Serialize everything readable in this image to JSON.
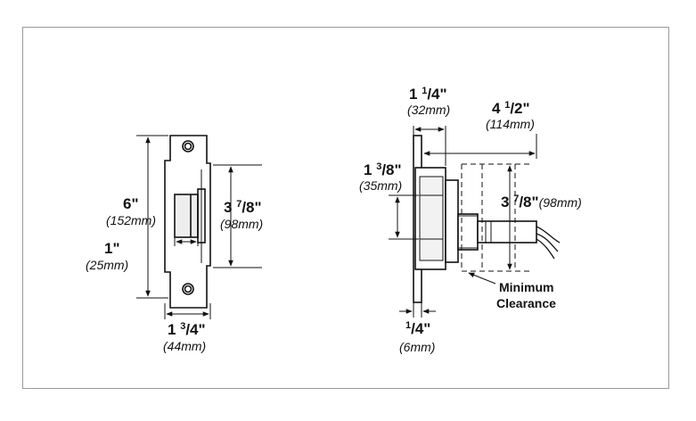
{
  "front_view": {
    "height": {
      "imperial": "6\"",
      "metric": "(152mm)"
    },
    "plate_height": {
      "whole": "3",
      "num": "7",
      "den": "/8\"",
      "metric": "(98mm)"
    },
    "keeper_depth": {
      "imperial": "1\"",
      "metric": "(25mm)"
    },
    "width": {
      "whole": "1",
      "num": "3",
      "den": "/4\"",
      "metric": "(44mm)"
    }
  },
  "side_view": {
    "face_depth": {
      "whole": "1",
      "num": "1",
      "den": "/4\"",
      "metric": "(32mm)"
    },
    "overall_depth": {
      "whole": "4",
      "num": "1",
      "den": "/2\"",
      "metric": "(114mm)"
    },
    "body_height": {
      "whole": "1",
      "num": "3",
      "den": "/8\"",
      "metric": "(35mm)"
    },
    "clearance_height": {
      "whole": "3",
      "num": "7",
      "den": "/8\"",
      "metric": "(98mm)"
    },
    "plate_thickness": {
      "whole": "",
      "num": "1",
      "den": "/4\"",
      "metric": "(6mm)"
    },
    "clearance_note": [
      "Minimum",
      "Clearance"
    ]
  },
  "colors": {
    "ink": "#111111",
    "frame": "#9a9a9a",
    "fill": "#e6e6e6"
  }
}
